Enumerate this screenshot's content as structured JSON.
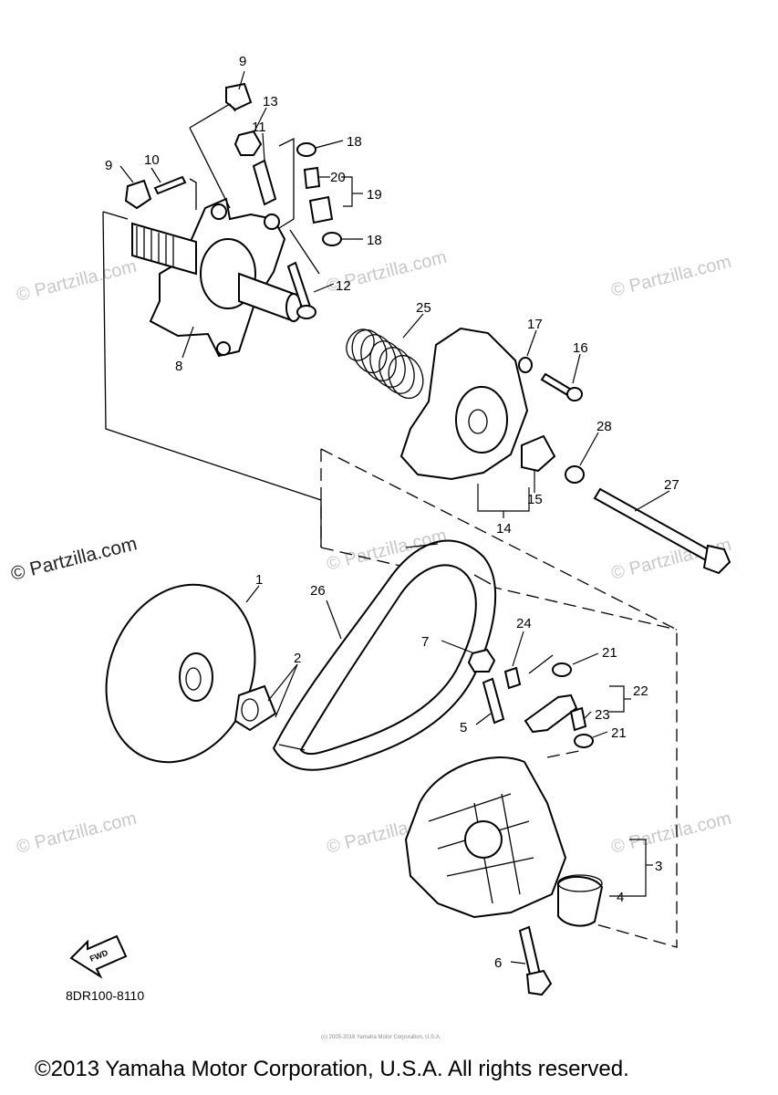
{
  "watermarks": {
    "dark": "© Partzilla.com",
    "light": "© Partzilla.com"
  },
  "callouts": {
    "p1": "1",
    "p2": "2",
    "p3": "3",
    "p4": "4",
    "p5": "5",
    "p6": "6",
    "p7": "7",
    "p8": "8",
    "p9a": "9",
    "p9b": "9",
    "p10": "10",
    "p11": "11",
    "p12": "12",
    "p13": "13",
    "p14": "14",
    "p15": "15",
    "p16": "16",
    "p17": "17",
    "p18a": "18",
    "p18b": "18",
    "p19": "19",
    "p20": "20",
    "p21a": "21",
    "p21b": "21",
    "p22": "22",
    "p23": "23",
    "p24": "24",
    "p25": "25",
    "p26": "26",
    "p27": "27",
    "p28": "28"
  },
  "fwd_badge": "FWD",
  "diagram_code": "8DR100-8110",
  "small_print": "(c) 2005-2016 Yamaha Motor Corporation, U.S.A.",
  "copyright": "©2013 Yamaha Motor Corporation, U.S.A. All rights reserved."
}
